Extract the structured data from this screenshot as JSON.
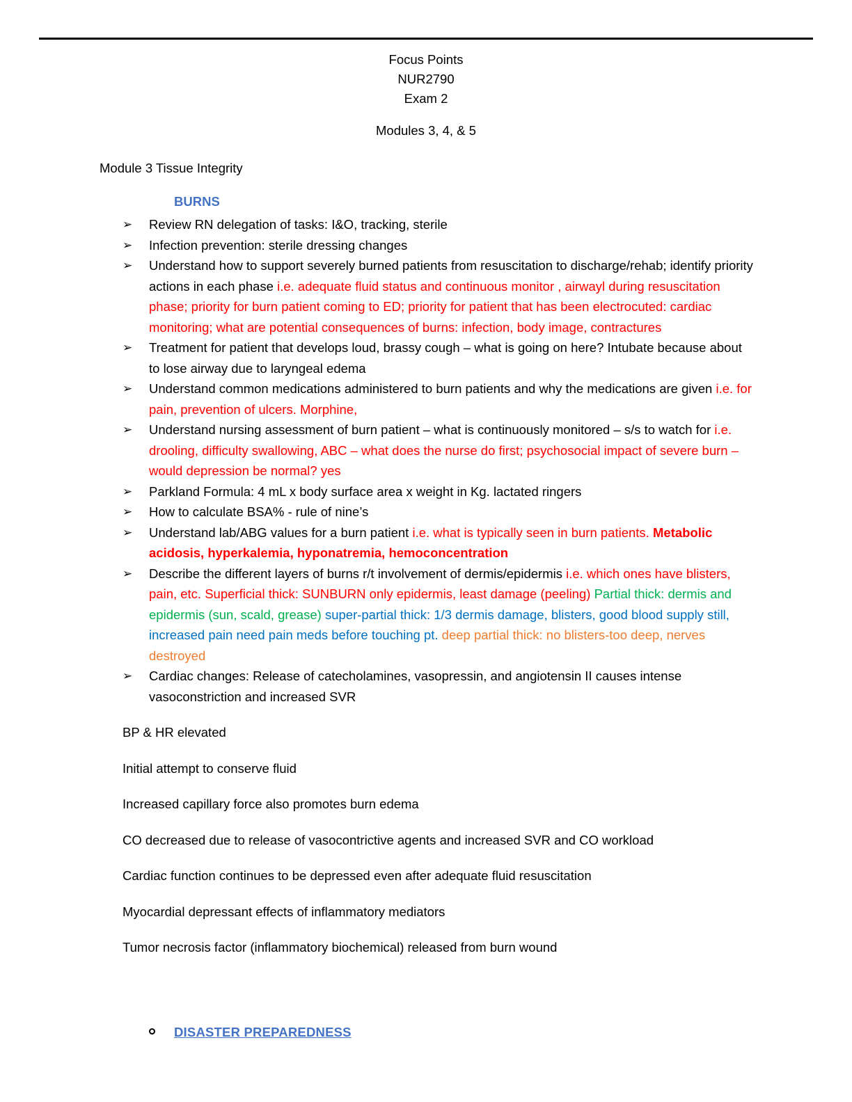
{
  "document": {
    "header": {
      "line1": "Focus Points",
      "line2": "NUR2790",
      "line3": "Exam 2",
      "modules": "Modules 3, 4, & 5"
    },
    "module_heading": "Module 3 Tissue Integrity",
    "section_heading": "BURNS",
    "section_heading_color": "#4472C4",
    "colors": {
      "red": "#FF0000",
      "green": "#00B050",
      "blue": "#0070C0",
      "orange": "#ED7D31",
      "heading_blue": "#4472C4",
      "text": "#000000"
    },
    "bullets": [
      {
        "segments": [
          {
            "text": "Review RN delegation of tasks: I&O, tracking, sterile",
            "color": "black",
            "bold": false
          }
        ]
      },
      {
        "segments": [
          {
            "text": "Infection prevention: sterile dressing changes",
            "color": "black",
            "bold": false
          }
        ]
      },
      {
        "segments": [
          {
            "text": "Understand how to support severely burned patients from resuscitation to discharge/rehab; identify priority actions in each phase ",
            "color": "black",
            "bold": false
          },
          {
            "text": "i.e. adequate fluid status and continuous monitor , airwayl during resuscitation phase; priority for burn patient coming to ED; priority for patient that has been electrocuted: cardiac monitoring; what are potential consequences of burns: infection, body image, contractures",
            "color": "red",
            "bold": false
          }
        ]
      },
      {
        "segments": [
          {
            "text": "Treatment for patient that develops loud, brassy cough – what is going on here? Intubate because about to lose airway due to laryngeal edema",
            "color": "black",
            "bold": false
          }
        ]
      },
      {
        "segments": [
          {
            "text": "Understand common medications administered to burn patients and why the medications are given ",
            "color": "black",
            "bold": false
          },
          {
            "text": "i.e. for pain, prevention of ulcers. Morphine,",
            "color": "red",
            "bold": false
          }
        ]
      },
      {
        "segments": [
          {
            "text": "Understand nursing assessment of burn patient – what is continuously monitored – s/s to watch for ",
            "color": "black",
            "bold": false
          },
          {
            "text": "i.e. drooling, difficulty swallowing, ABC – what does the nurse do first; psychosocial impact of severe burn – would depression be normal? yes",
            "color": "red",
            "bold": false
          }
        ]
      },
      {
        "segments": [
          {
            "text": "Parkland Formula: 4 mL x body surface area x weight in Kg. lactated ringers",
            "color": "black",
            "bold": false
          }
        ]
      },
      {
        "segments": [
          {
            "text": "How to calculate BSA% - rule of nine’s",
            "color": "black",
            "bold": false
          }
        ]
      },
      {
        "segments": [
          {
            "text": "Understand lab/ABG values for a burn patient ",
            "color": "black",
            "bold": false
          },
          {
            "text": "i.e. what is typically seen in burn patients. ",
            "color": "red",
            "bold": false
          },
          {
            "text": "Metabolic acidosis, hyperkalemia, hyponatremia, hemoconcentration",
            "color": "red",
            "bold": true
          }
        ]
      },
      {
        "segments": [
          {
            "text": "Describe the different layers of burns r/t involvement of dermis/epidermis ",
            "color": "black",
            "bold": false
          },
          {
            "text": "i.e. which ones have blisters, pain, etc. Superficial thick: SUNBURN only epidermis, least damage (peeling) ",
            "color": "red",
            "bold": false
          },
          {
            "text": "Partial thick: dermis and epidermis (sun, scald, grease) ",
            "color": "green",
            "bold": false
          },
          {
            "text": "super-partial thick: 1/3 dermis damage, blisters, good blood supply still, increased pain need pain meds before touching pt. ",
            "color": "blue",
            "bold": false
          },
          {
            "text": "deep partial thick: no blisters-too deep, nerves destroyed",
            "color": "orange",
            "bold": false
          }
        ]
      },
      {
        "segments": [
          {
            "text": "Cardiac changes: Release of catecholamines, vasopressin, and angiotensin II causes intense vasoconstriction and increased SVR",
            "color": "black",
            "bold": false
          }
        ]
      }
    ],
    "paragraphs": [
      "BP & HR elevated",
      "Initial attempt to conserve fluid",
      "Increased capillary force also promotes burn edema",
      "CO decreased due to release of vasocontrictive agents and increased SVR and CO workload",
      "Cardiac function continues to be depressed even after adequate fluid resuscitation",
      "Myocardial depressant effects of inflammatory mediators",
      "Tumor necrosis factor (inflammatory biochemical) released from burn wound"
    ],
    "disaster_section": {
      "bullet_glyph": "o",
      "label": "DISASTER PREPAREDNESS"
    }
  }
}
